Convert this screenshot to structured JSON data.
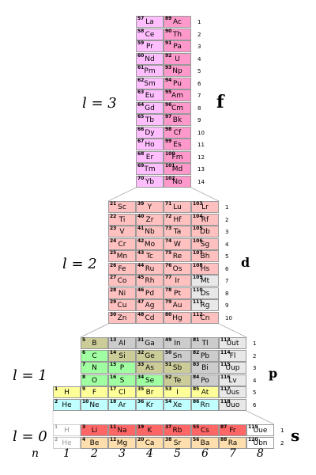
{
  "blocks": [
    {
      "l_label": "l = 3",
      "letter": "f",
      "row_count": 14,
      "colors": {
        "a": "#ffbfff",
        "b": "#ff99cc"
      },
      "columns": [
        {
          "col": 1,
          "cells": [
            [
              "57",
              "La"
            ],
            [
              "58",
              "Ce"
            ],
            [
              "59",
              "Pr"
            ],
            [
              "60",
              "Nd"
            ],
            [
              "61",
              "Pm"
            ],
            [
              "62",
              "Sm"
            ],
            [
              "63",
              "Eu"
            ],
            [
              "64",
              "Gd"
            ],
            [
              "65",
              "Tb"
            ],
            [
              "66",
              "Dy"
            ],
            [
              "67",
              "Ho"
            ],
            [
              "68",
              "Er"
            ],
            [
              "69",
              "Tm"
            ],
            [
              "70",
              "Yb"
            ]
          ]
        },
        {
          "col": 2,
          "cells": [
            [
              "89",
              "Ac"
            ],
            [
              "90",
              "Th"
            ],
            [
              "91",
              "Pa"
            ],
            [
              "92",
              "U"
            ],
            [
              "93",
              "Np"
            ],
            [
              "94",
              "Pu"
            ],
            [
              "95",
              "Am"
            ],
            [
              "96",
              "Cm"
            ],
            [
              "97",
              "Bk"
            ],
            [
              "98",
              "Cf"
            ],
            [
              "99",
              "Es"
            ],
            [
              "100",
              "Fm"
            ],
            [
              "101",
              "Md"
            ],
            [
              "102",
              "No"
            ]
          ]
        }
      ]
    },
    {
      "l_label": "l = 2",
      "letter": "d",
      "row_count": 10,
      "columns": [
        {
          "col": 1,
          "cells": [
            [
              "21",
              "Sc"
            ],
            [
              "22",
              "Ti"
            ],
            [
              "23",
              "V"
            ],
            [
              "24",
              "Cr"
            ],
            [
              "25",
              "Mn"
            ],
            [
              "26",
              "Fe"
            ],
            [
              "27",
              "Co"
            ],
            [
              "28",
              "Ni"
            ],
            [
              "29",
              "Cu"
            ],
            [
              "30",
              "Zn"
            ]
          ]
        },
        {
          "col": 2,
          "cells": [
            [
              "39",
              "Y"
            ],
            [
              "40",
              "Zr"
            ],
            [
              "41",
              "Nb"
            ],
            [
              "42",
              "Mo"
            ],
            [
              "43",
              "Tc"
            ],
            [
              "44",
              "Ru"
            ],
            [
              "45",
              "Rh"
            ],
            [
              "46",
              "Pd"
            ],
            [
              "47",
              "Ag"
            ],
            [
              "48",
              "Cd"
            ]
          ]
        },
        {
          "col": 3,
          "cells": [
            [
              "71",
              "Lu"
            ],
            [
              "72",
              "Hf"
            ],
            [
              "73",
              "Ta"
            ],
            [
              "74",
              "W"
            ],
            [
              "75",
              "Re"
            ],
            [
              "76",
              "Os"
            ],
            [
              "77",
              "Ir"
            ],
            [
              "78",
              "Pt"
            ],
            [
              "79",
              "Au"
            ],
            [
              "80",
              "Hg"
            ]
          ]
        },
        {
          "col": 4,
          "cells": [
            [
              "103",
              "Lr"
            ],
            [
              "104",
              "Rf"
            ],
            [
              "105",
              "Db"
            ],
            [
              "106",
              "Sg"
            ],
            [
              "107",
              "Bh"
            ],
            [
              "108",
              "Hs"
            ],
            [
              "109",
              "Mt"
            ],
            [
              "110",
              "Ds"
            ],
            [
              "111",
              "Rg"
            ],
            [
              "112",
              "Cn"
            ]
          ]
        }
      ]
    },
    {
      "l_label": "l = 1",
      "letter": "p",
      "row_count": 6,
      "columns": [
        {
          "col": 1,
          "cells": [
            [
              "5",
              "B"
            ],
            [
              "6",
              "C"
            ],
            [
              "7",
              "N"
            ],
            [
              "8",
              "O"
            ],
            [
              "9",
              "F"
            ],
            [
              "10",
              "Ne"
            ]
          ]
        },
        {
          "col": 2,
          "cells": [
            [
              "13",
              "Al"
            ],
            [
              "14",
              "Si"
            ],
            [
              "15",
              "P"
            ],
            [
              "16",
              "S"
            ],
            [
              "17",
              "Cl"
            ],
            [
              "18",
              "Ar"
            ]
          ]
        },
        {
          "col": 3,
          "cells": [
            [
              "31",
              "Ga"
            ],
            [
              "32",
              "Ge"
            ],
            [
              "33",
              "As"
            ],
            [
              "34",
              "Se"
            ],
            [
              "35",
              "Br"
            ],
            [
              "36",
              "Kr"
            ]
          ]
        },
        {
          "col": 4,
          "cells": [
            [
              "49",
              "In"
            ],
            [
              "50",
              "Sn"
            ],
            [
              "51",
              "Sb"
            ],
            [
              "52",
              "Te"
            ],
            [
              "53",
              "I"
            ],
            [
              "54",
              "Xe"
            ]
          ]
        },
        {
          "col": 5,
          "cells": [
            [
              "81",
              "Tl"
            ],
            [
              "82",
              "Pb"
            ],
            [
              "83",
              "Bi"
            ],
            [
              "84",
              "Po"
            ],
            [
              "85",
              "At"
            ],
            [
              "86",
              "Rn"
            ]
          ]
        },
        {
          "col": 6,
          "cells": [
            [
              "113",
              "Uut"
            ],
            [
              "114",
              "Fl"
            ],
            [
              "115",
              "Uup"
            ],
            [
              "116",
              "Lv"
            ],
            [
              "117",
              "Uus"
            ],
            [
              "118",
              "Uuo"
            ]
          ]
        }
      ],
      "extra": [
        [
          "1",
          "H"
        ],
        [
          "2",
          "He"
        ]
      ]
    },
    {
      "l_label": "l = 0",
      "letter": "s",
      "row_count": 2,
      "columns": [
        {
          "col": 1,
          "cells": [
            [
              "1",
              "H"
            ],
            [
              "2",
              "He"
            ]
          ]
        },
        {
          "col": 2,
          "cells": [
            [
              "3",
              "Li"
            ],
            [
              "4",
              "Be"
            ]
          ]
        },
        {
          "col": 3,
          "cells": [
            [
              "11",
              "Na"
            ],
            [
              "12",
              "Mg"
            ]
          ]
        },
        {
          "col": 4,
          "cells": [
            [
              "19",
              "K"
            ],
            [
              "20",
              "Ca"
            ]
          ]
        },
        {
          "col": 5,
          "cells": [
            [
              "37",
              "Rb"
            ],
            [
              "38",
              "Sr"
            ]
          ]
        },
        {
          "col": 6,
          "cells": [
            [
              "55",
              "Cs"
            ],
            [
              "56",
              "Ba"
            ]
          ]
        },
        {
          "col": 7,
          "cells": [
            [
              "87",
              "Fr"
            ],
            [
              "88",
              "Ra"
            ]
          ]
        },
        {
          "col": 8,
          "cells": [
            [
              "119",
              "Uue"
            ],
            [
              "120",
              "Ubn"
            ]
          ]
        }
      ]
    }
  ],
  "n_label": "n",
  "column_numbers": [
    "1",
    "2",
    "3",
    "4",
    "5",
    "6",
    "7",
    "8"
  ],
  "category_colors": {
    "lanthanide": "#ffbfff",
    "actinide": "#ff99cc",
    "transition": "#ffc0c0",
    "unknown": "#e8e8e8",
    "metalloid": "#cccc99",
    "nonmetal": "#a0ffa0",
    "halogen": "#ffff99",
    "noble": "#c0ffff",
    "post_transition": "#cccccc",
    "alkali": "#ff6666",
    "alkaline_earth": "#ffdead",
    "hydrogen": "#ffffff"
  }
}
